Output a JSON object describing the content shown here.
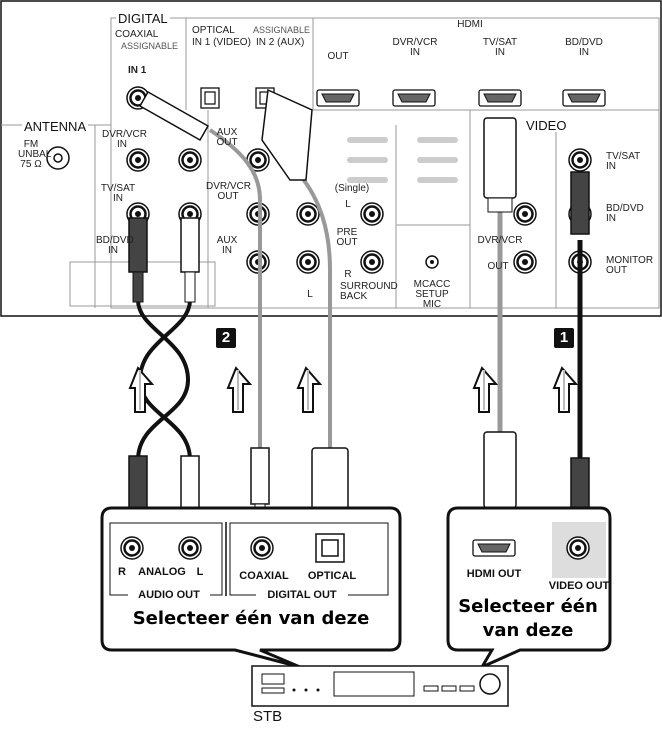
{
  "panel": {
    "digital": "DIGITAL",
    "coaxial": "COAXIAL",
    "assignable": "ASSIGNABLE",
    "in1": "IN 1",
    "optical": "OPTICAL",
    "optical_assignable": "ASSIGNABLE",
    "optical_in1": "IN 1 (VIDEO)",
    "optical_in2": "IN 2 (AUX)",
    "hdmi": "HDMI",
    "hdmi_out": "OUT",
    "hdmi_dvr": "DVR/VCR IN",
    "hdmi_tvsat": "TV/SAT IN",
    "hdmi_bddvd": "BD/DVD IN",
    "antenna": "ANTENNA",
    "fm": "FM UNBAL 75 Ω",
    "dvr_in": "DVR/VCR IN",
    "tvsat_in": "TV/SAT IN",
    "bdd_in": "BD/DVD IN",
    "aux_out": "AUX OUT",
    "dvr_out": "DVR/VCR OUT",
    "aux_in": "AUX IN",
    "single": "(Single)",
    "pre_l": "L",
    "pre_out": "PRE OUT",
    "r": "R",
    "surround_back": "SURROUND BACK",
    "l": "L",
    "dvr_cr": "DVR/VCR",
    "out": "OUT",
    "mcacc": "MCACC SETUP MIC",
    "video": "VIDEO",
    "v_tvsat": "TV/SAT IN",
    "v_bddvd": "BD/DVD IN",
    "monitor_out": "MONITOR OUT"
  },
  "badges": {
    "one": "1",
    "two": "2"
  },
  "stb_jacks": {
    "r": "R",
    "analog": "ANALOG",
    "l": "L",
    "audio_out": "AUDIO OUT",
    "coaxial": "COAXIAL",
    "optical": "OPTICAL",
    "digital_out": "DIGITAL OUT",
    "hdmi_out": "HDMI OUT",
    "video_out": "VIDEO OUT"
  },
  "select_left": "Selecteer één van deze",
  "select_right_1": "Selecteer één",
  "select_right_2": "van deze",
  "stb_label": "STB"
}
